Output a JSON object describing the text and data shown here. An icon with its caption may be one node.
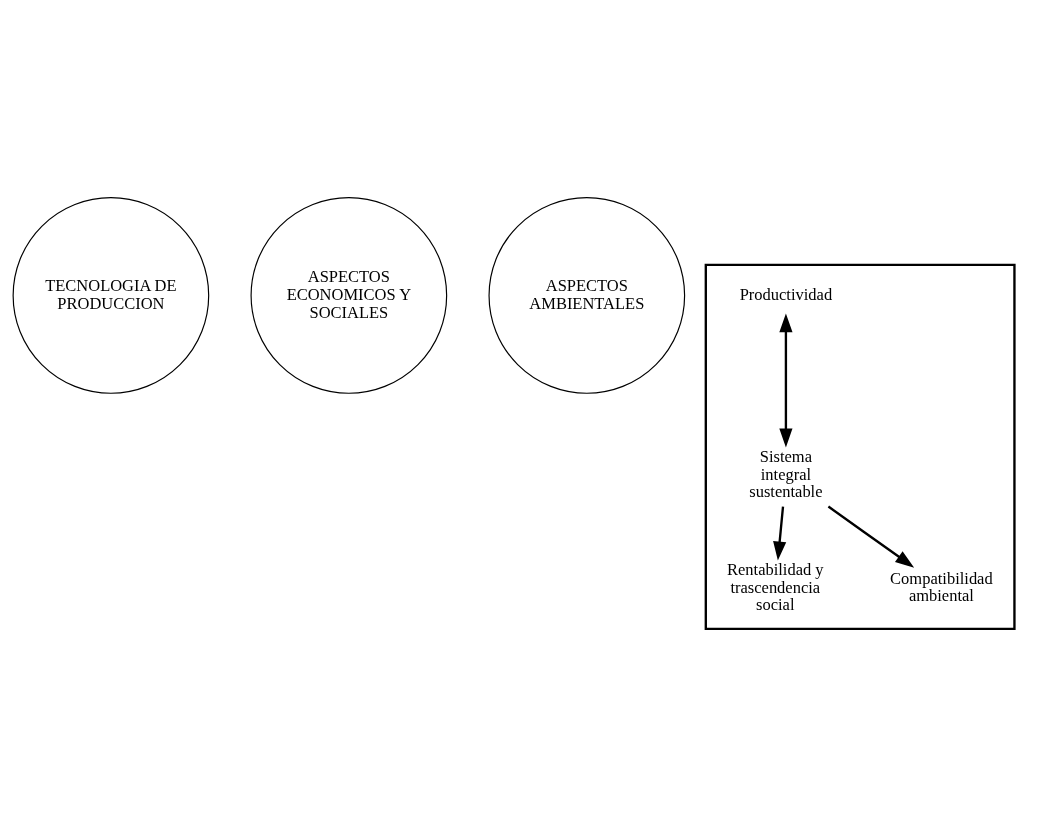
{
  "diagram": {
    "nodes": [
      {
        "text": [
          "TECNOLOGIA DE PRODUCCION"
        ]
      },
      {
        "text": [
          "ASPECTOS ECONOMICOS Y SOCIALES"
        ]
      },
      {
        "text": [
          "ASPECTOS AMBIENTALES"
        ]
      },
      {
        "text": [],
        "shape": "triangle"
      },
      {
        "text": [
          "Productividad"
        ],
        "in": 3
      },
      {
        "text": [
          "Sistema integral sustentable"
        ],
        "in": 3
      },
      {
        "text": [
          "Rentabilidad y trascendencia social"
        ],
        "in": 3
      },
      {
        "text": [
          "Compatibilidad ambiental"
        ],
        "in": 3
      }
    ],
    "edges": [
      {
        "from": 4,
        "to": 5,
        "arrow": "both"
      },
      {
        "from": 5,
        "to": 6,
        "arrow": "to"
      },
      {
        "from": 5,
        "to": 7,
        "arrow": "to"
      }
    ]
  }
}
